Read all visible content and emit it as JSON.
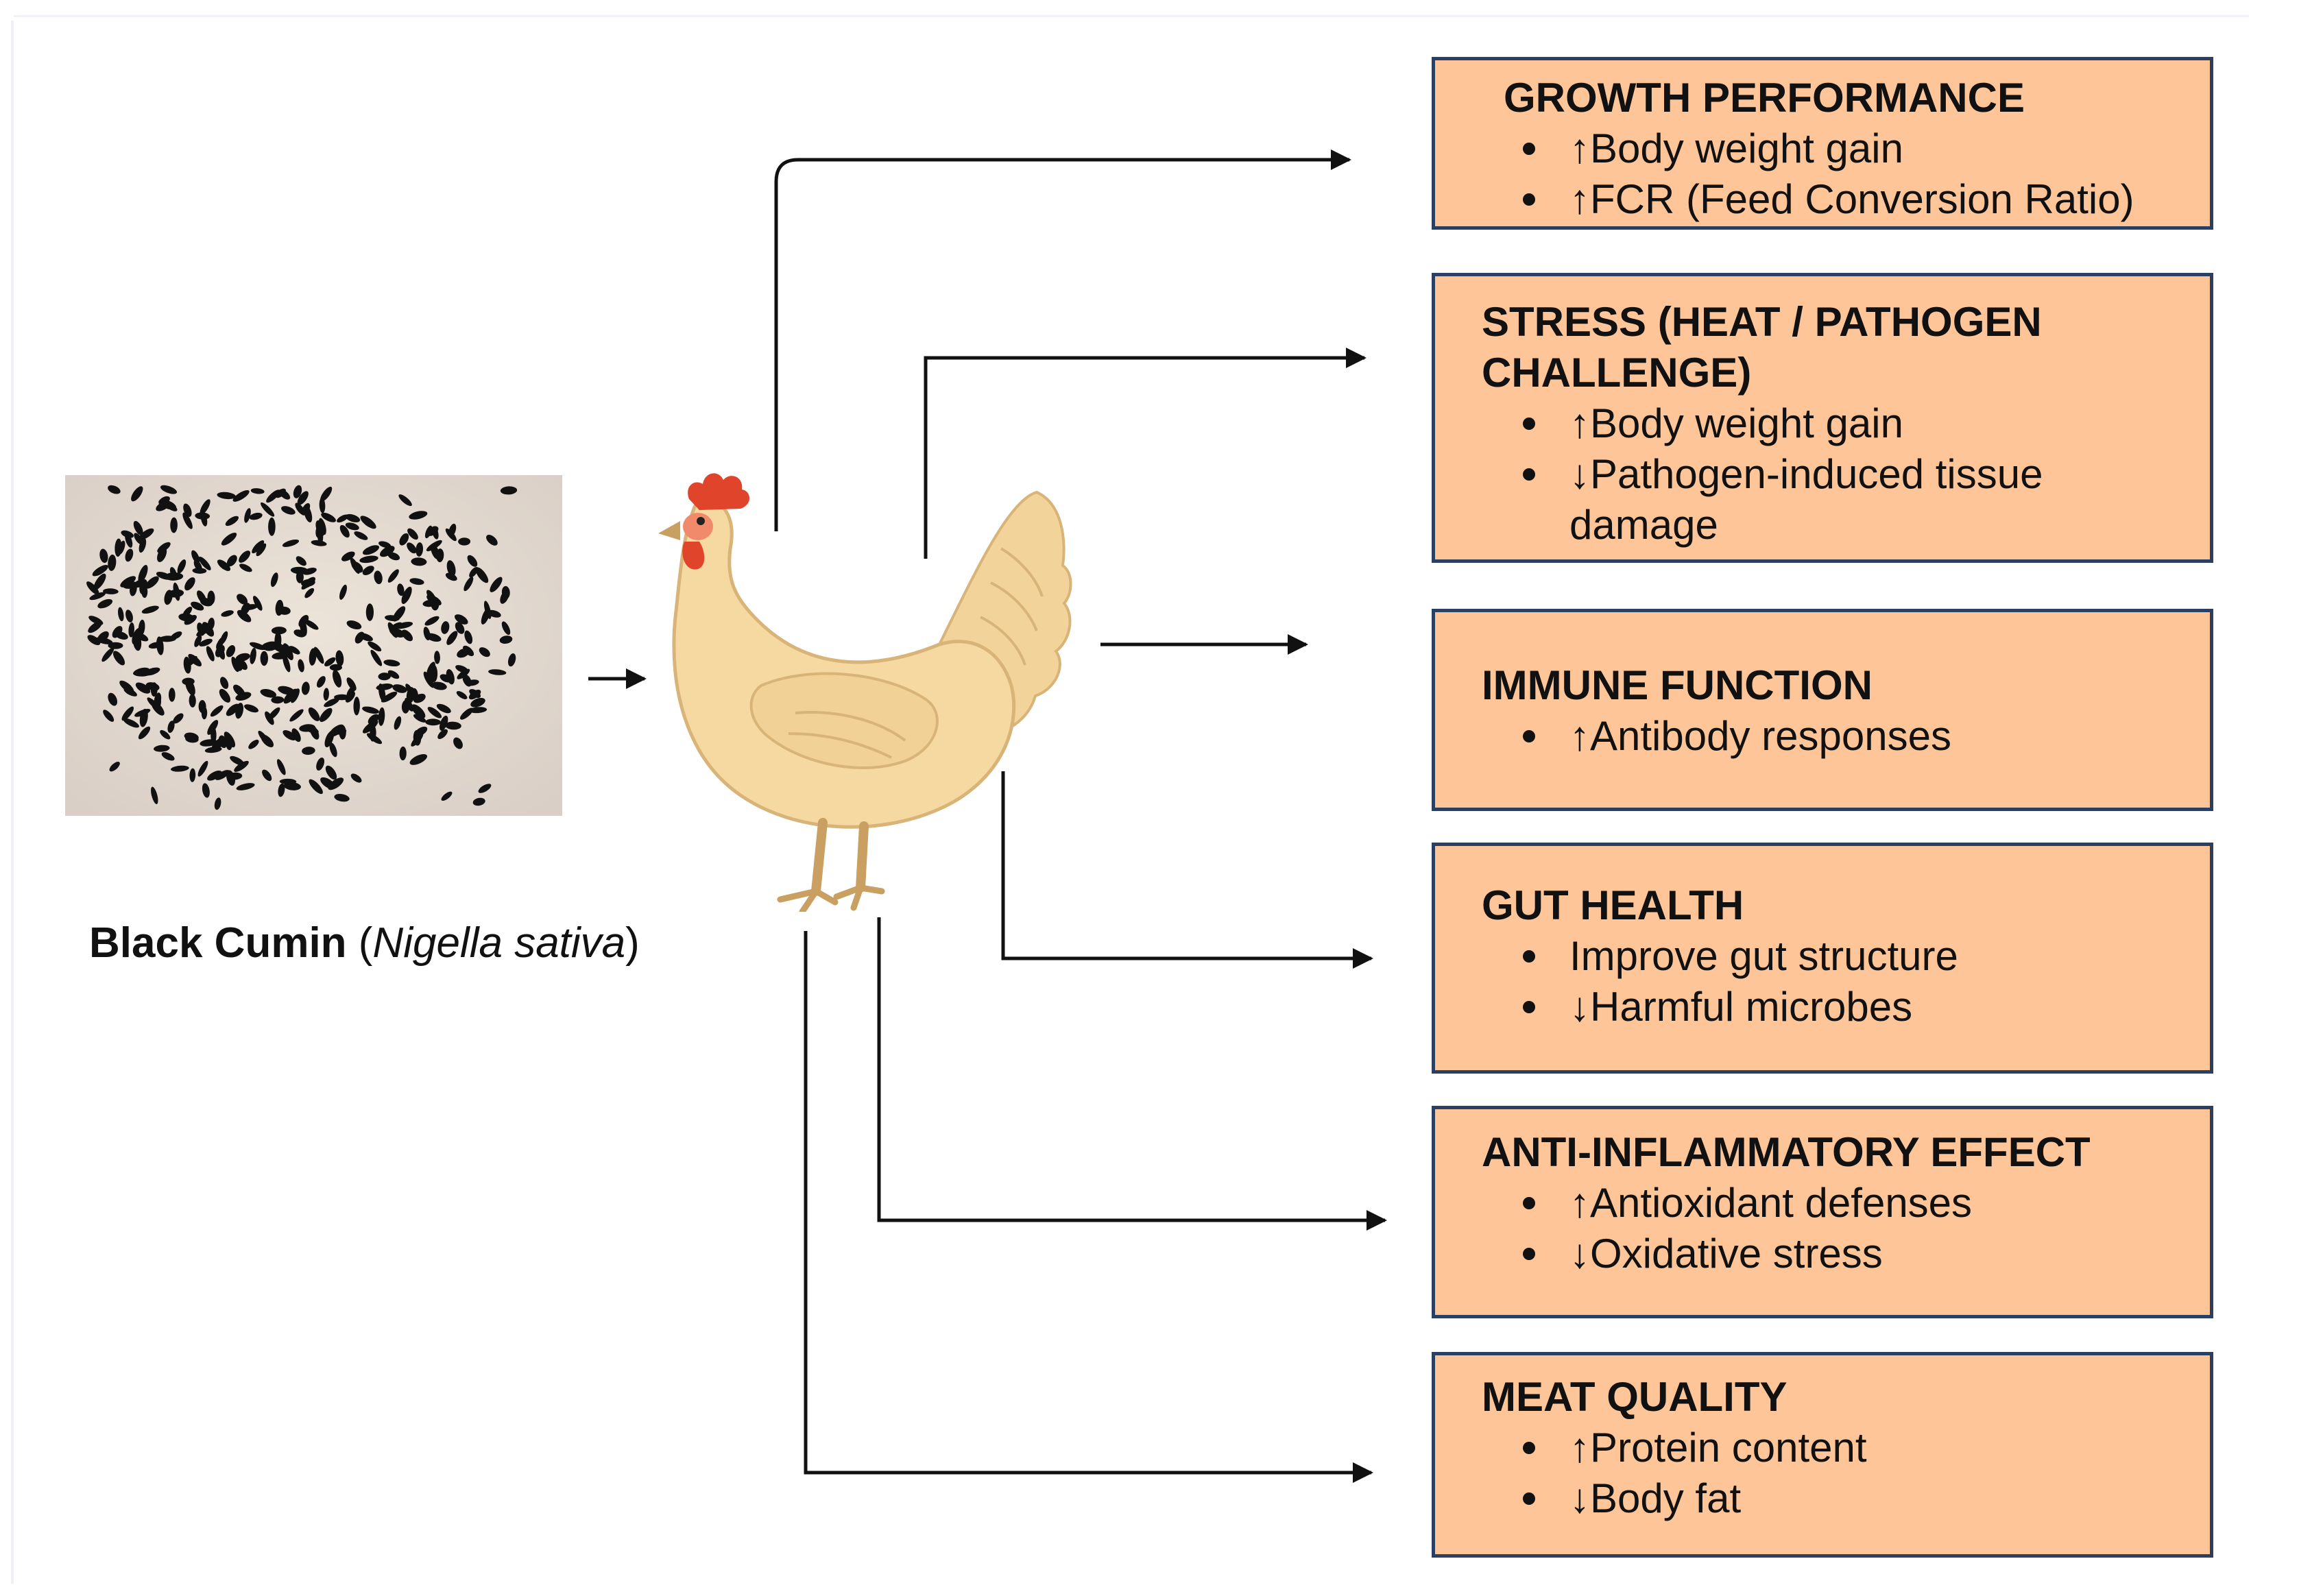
{
  "source": {
    "image_label": "Black Cumin photo",
    "caption_bold": "Black Cumin",
    "caption_open": " (",
    "caption_italic": "Nigella sativa",
    "caption_close": ")"
  },
  "colors": {
    "box_fill": "#fec598",
    "box_border": "#2b3f63",
    "line": "#111111",
    "hen_body": "#f6d9a0",
    "comb": "#e0452c"
  },
  "effects": [
    {
      "title": "GROWTH PERFORMANCE",
      "items": [
        "↑Body weight gain",
        "↑FCR (Feed Conversion Ratio)"
      ]
    },
    {
      "title": "STRESS (HEAT / PATHOGEN CHALLENGE)",
      "items": [
        "↑Body weight gain",
        "↓Pathogen-induced tissue damage"
      ]
    },
    {
      "title": "IMMUNE FUNCTION",
      "items": [
        "↑Antibody responses"
      ]
    },
    {
      "title": "GUT HEALTH",
      "items": [
        "Improve gut structure",
        "↓Harmful microbes"
      ]
    },
    {
      "title": "ANTI-INFLAMMATORY EFFECT",
      "items": [
        "↑Antioxidant defenses",
        "↓Oxidative stress"
      ]
    },
    {
      "title": "MEAT QUALITY",
      "items": [
        "↑Protein content",
        "↓Body fat"
      ]
    }
  ]
}
